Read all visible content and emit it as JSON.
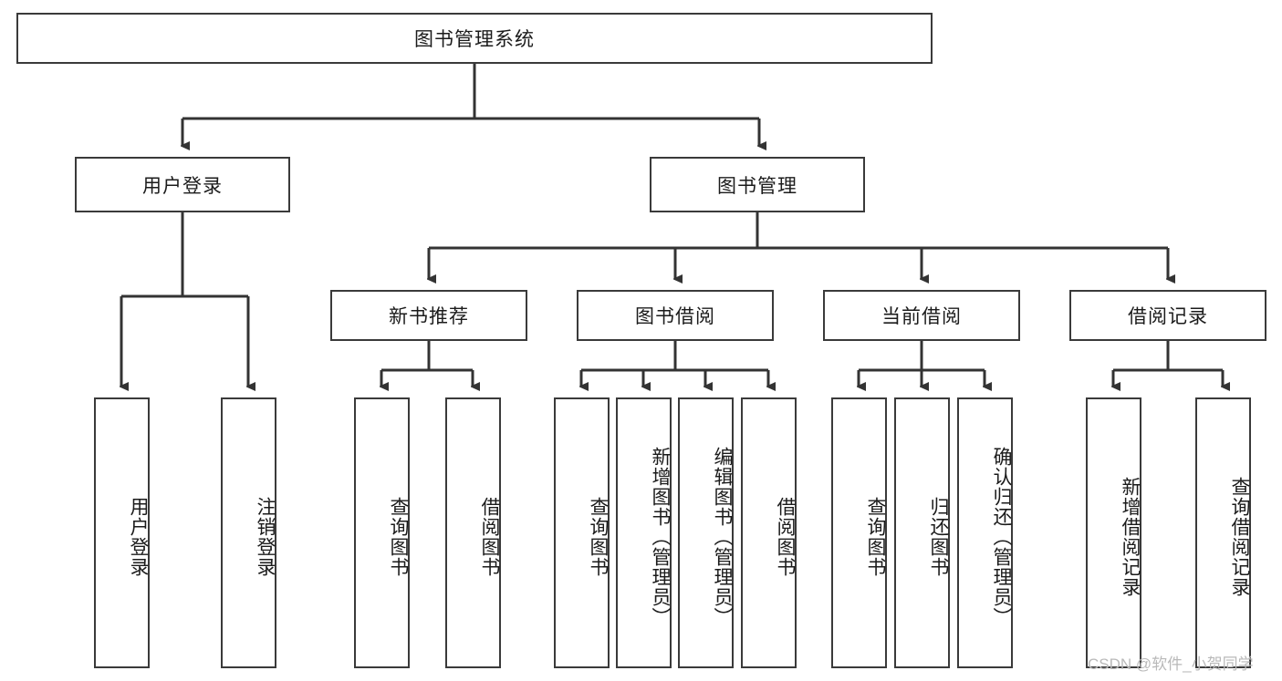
{
  "diagram": {
    "type": "tree-hierarchy",
    "title": "图书管理系统",
    "root": {
      "label": "图书管理系统"
    },
    "level2": [
      {
        "label": "用户登录"
      },
      {
        "label": "图书管理"
      }
    ],
    "level3": [
      {
        "label": "新书推荐"
      },
      {
        "label": "图书借阅"
      },
      {
        "label": "当前借阅"
      },
      {
        "label": "借阅记录"
      }
    ],
    "leaves": {
      "user_login": [
        {
          "label": "用户登录"
        },
        {
          "label": "注销登录"
        }
      ],
      "new_book_recommend": [
        {
          "label": "查询图书"
        },
        {
          "label": "借阅图书"
        }
      ],
      "book_borrow": [
        {
          "label": "查询图书"
        },
        {
          "label": "新增图书（管理员）"
        },
        {
          "label": "编辑图书（管理员）"
        },
        {
          "label": "借阅图书"
        }
      ],
      "current_borrow": [
        {
          "label": "查询图书"
        },
        {
          "label": "归还图书"
        },
        {
          "label": "确认归还（管理员）"
        }
      ],
      "borrow_record": [
        {
          "label": "新增借阅记录"
        },
        {
          "label": "查询借阅记录"
        }
      ]
    }
  },
  "watermark": {
    "text": "CSDN @软件_小贺同学"
  },
  "colors": {
    "border": "#3a3a3a",
    "fill": "#ffffff",
    "text": "#1b1b1b",
    "edge": "#333333",
    "watermark": "#b9b9b9"
  }
}
